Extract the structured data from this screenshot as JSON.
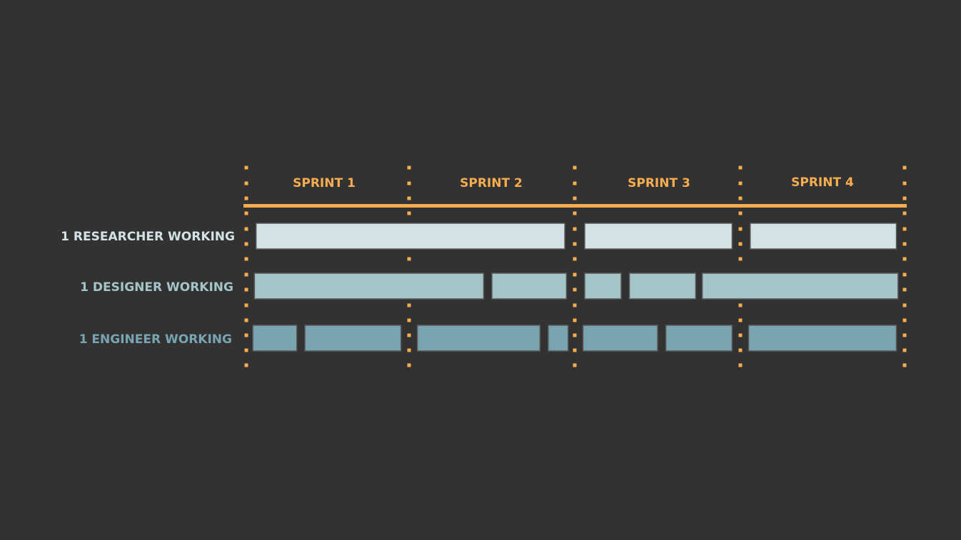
{
  "colors": {
    "background": "#323232",
    "accent": "#F7AD50",
    "researcher": "#D3E2E5",
    "designer": "#A4C4C8",
    "engineer": "#78A5B1",
    "bar_stroke": "#5A5A5A"
  },
  "sprints": [
    {
      "label": "SPRINT 1"
    },
    {
      "label": "SPRINT 2"
    },
    {
      "label": "SPRINT 3"
    },
    {
      "label": "SPRINT 4"
    }
  ],
  "rows": [
    {
      "label": "1 RESEARCHER WORKING",
      "color_key": "researcher",
      "work_periods": [
        [
          0.06,
          1.94
        ],
        [
          2.06,
          2.95
        ],
        [
          3.06,
          3.95
        ]
      ]
    },
    {
      "label": "1 DESIGNER WORKING",
      "color_key": "designer",
      "work_periods": [
        [
          0.05,
          1.45
        ],
        [
          1.5,
          1.95
        ],
        [
          2.06,
          2.28
        ],
        [
          2.33,
          2.73
        ],
        [
          2.77,
          3.96
        ]
      ]
    },
    {
      "label": "1 ENGINEER WORKING",
      "color_key": "engineer",
      "work_periods": [
        [
          0.04,
          0.31
        ],
        [
          0.36,
          0.95
        ],
        [
          1.05,
          1.79
        ],
        [
          1.84,
          1.96
        ],
        [
          2.05,
          2.5
        ],
        [
          2.55,
          2.95
        ],
        [
          3.05,
          3.95
        ]
      ]
    }
  ]
}
